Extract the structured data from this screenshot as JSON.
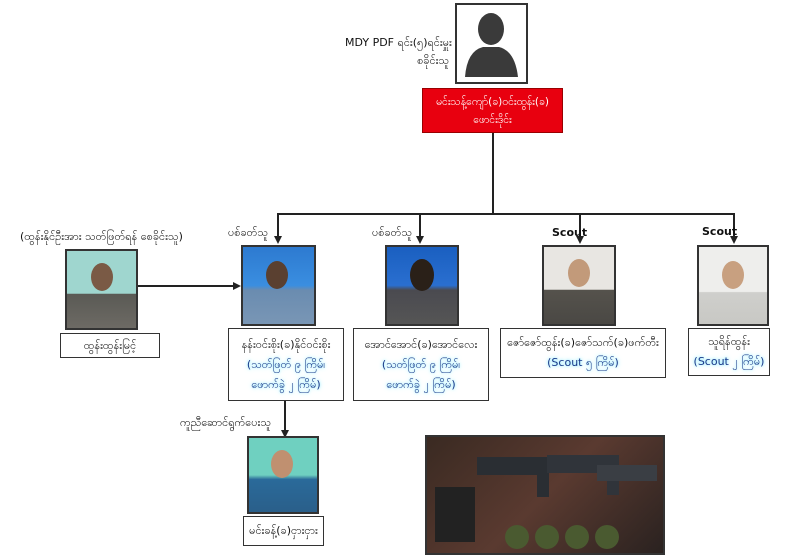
{
  "leader": {
    "caption_line1": "MDY PDF ရင်း(၅)ရင်းမှူး",
    "caption_line2": "စခိုင်းသူ",
    "name_line1": "မင်းသန့်ကျော်(ခ)ဝင်းထွန်း(ခ)",
    "name_line2": "ဖောင်းဒိုင်း"
  },
  "instigator": {
    "caption": "(ထွန်းနိုင်ဦးအား သတ်ဖြတ်ရန် စေခိုင်းသူ)",
    "name": "ထွန်းထွန်းမြင့်"
  },
  "members": [
    {
      "role": "ပစ်ခတ်သူ",
      "name": "နန်းဝင်းစိုး(ခ)နိုင်ဝင်းစိုး",
      "note1": "(သတ်ဖြတ် ၉ ကြိမ်၊",
      "note2": "ဖောက်ခွဲ ၂ ကြိမ်)"
    },
    {
      "role": "ပစ်ခတ်သူ",
      "name": "အောင်အောင်(ခ)အောင်လေး",
      "note1": "(သတ်ဖြတ် ၉ ကြိမ်၊",
      "note2": "ဖောက်ခွဲ ၂ ကြိမ်)"
    },
    {
      "role": "Scout",
      "name": "ဇော်ဇော်ထွန်း(ခ)ဇော်သက်(ခ)ဖက်တီး",
      "note1": "(Scout ၅ ကြိမ်)"
    },
    {
      "role": "Scout",
      "name": "သူရိန်ထွန်း",
      "note1": "(Scout ၂ ကြိမ်)"
    }
  ],
  "helper": {
    "role": "ကူညီဆောင်ရွက်ပေးသူ",
    "name": "မင်းခန့်(ခ)ငှားငှား"
  },
  "colors": {
    "leader_box": "#e8000f",
    "highlight": "#7fe6ff"
  }
}
